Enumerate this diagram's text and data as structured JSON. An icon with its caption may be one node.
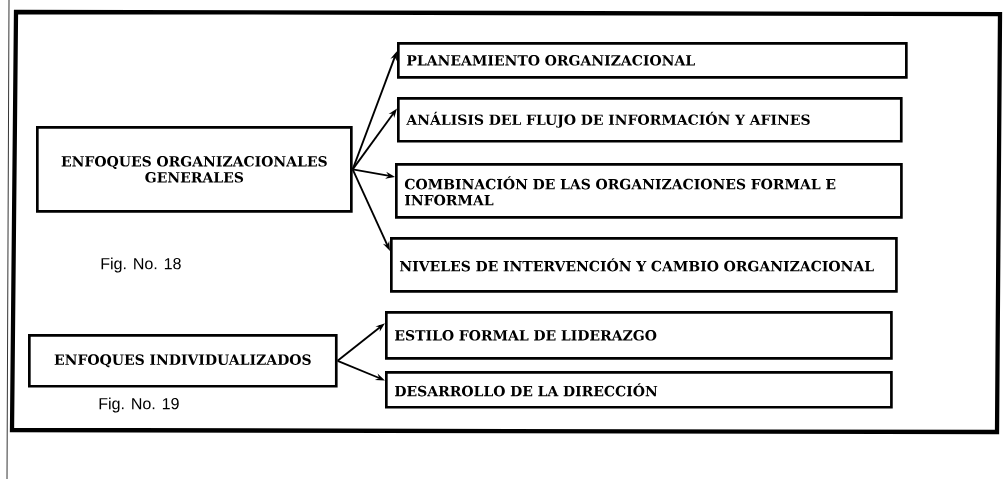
{
  "diagram": {
    "nodes": [
      {
        "text": [
          "ENFOQUES ORGANIZACIONALES GENERALES"
        ],
        "beside": [
          "Fig. No. 18"
        ]
      },
      {
        "text": [
          "PLANEAMIENTO ORGANIZACIONAL"
        ]
      },
      {
        "text": [
          "ANÁLISIS DEL FLUJO DE INFORMACIÓN Y AFINES"
        ]
      },
      {
        "text": [
          "COMBINACIÓN DE LAS ORGANIZACIONES FORMAL E INFORMAL"
        ]
      },
      {
        "text": [
          "NIVELES DE INTERVENCIÓN Y CAMBIO ORGANIZACIONAL"
        ]
      },
      {
        "text": [
          "ENFOQUES INDIVIDUALIZADOS"
        ],
        "beside": [
          "Fig. No. 19"
        ]
      },
      {
        "text": [
          "ESTILO FORMAL DE LIDERAZGO"
        ]
      },
      {
        "text": [
          "DESARROLLO DE LA DIRECCIÓN"
        ]
      }
    ],
    "edges": [
      {
        "from": 0,
        "to": 1,
        "arrow": "to"
      },
      {
        "from": 0,
        "to": 2,
        "arrow": "to"
      },
      {
        "from": 0,
        "to": 3,
        "arrow": "to"
      },
      {
        "from": 0,
        "to": 4,
        "arrow": "to"
      },
      {
        "from": 5,
        "to": 6,
        "arrow": "to"
      },
      {
        "from": 5,
        "to": 7,
        "arrow": "to"
      }
    ]
  }
}
